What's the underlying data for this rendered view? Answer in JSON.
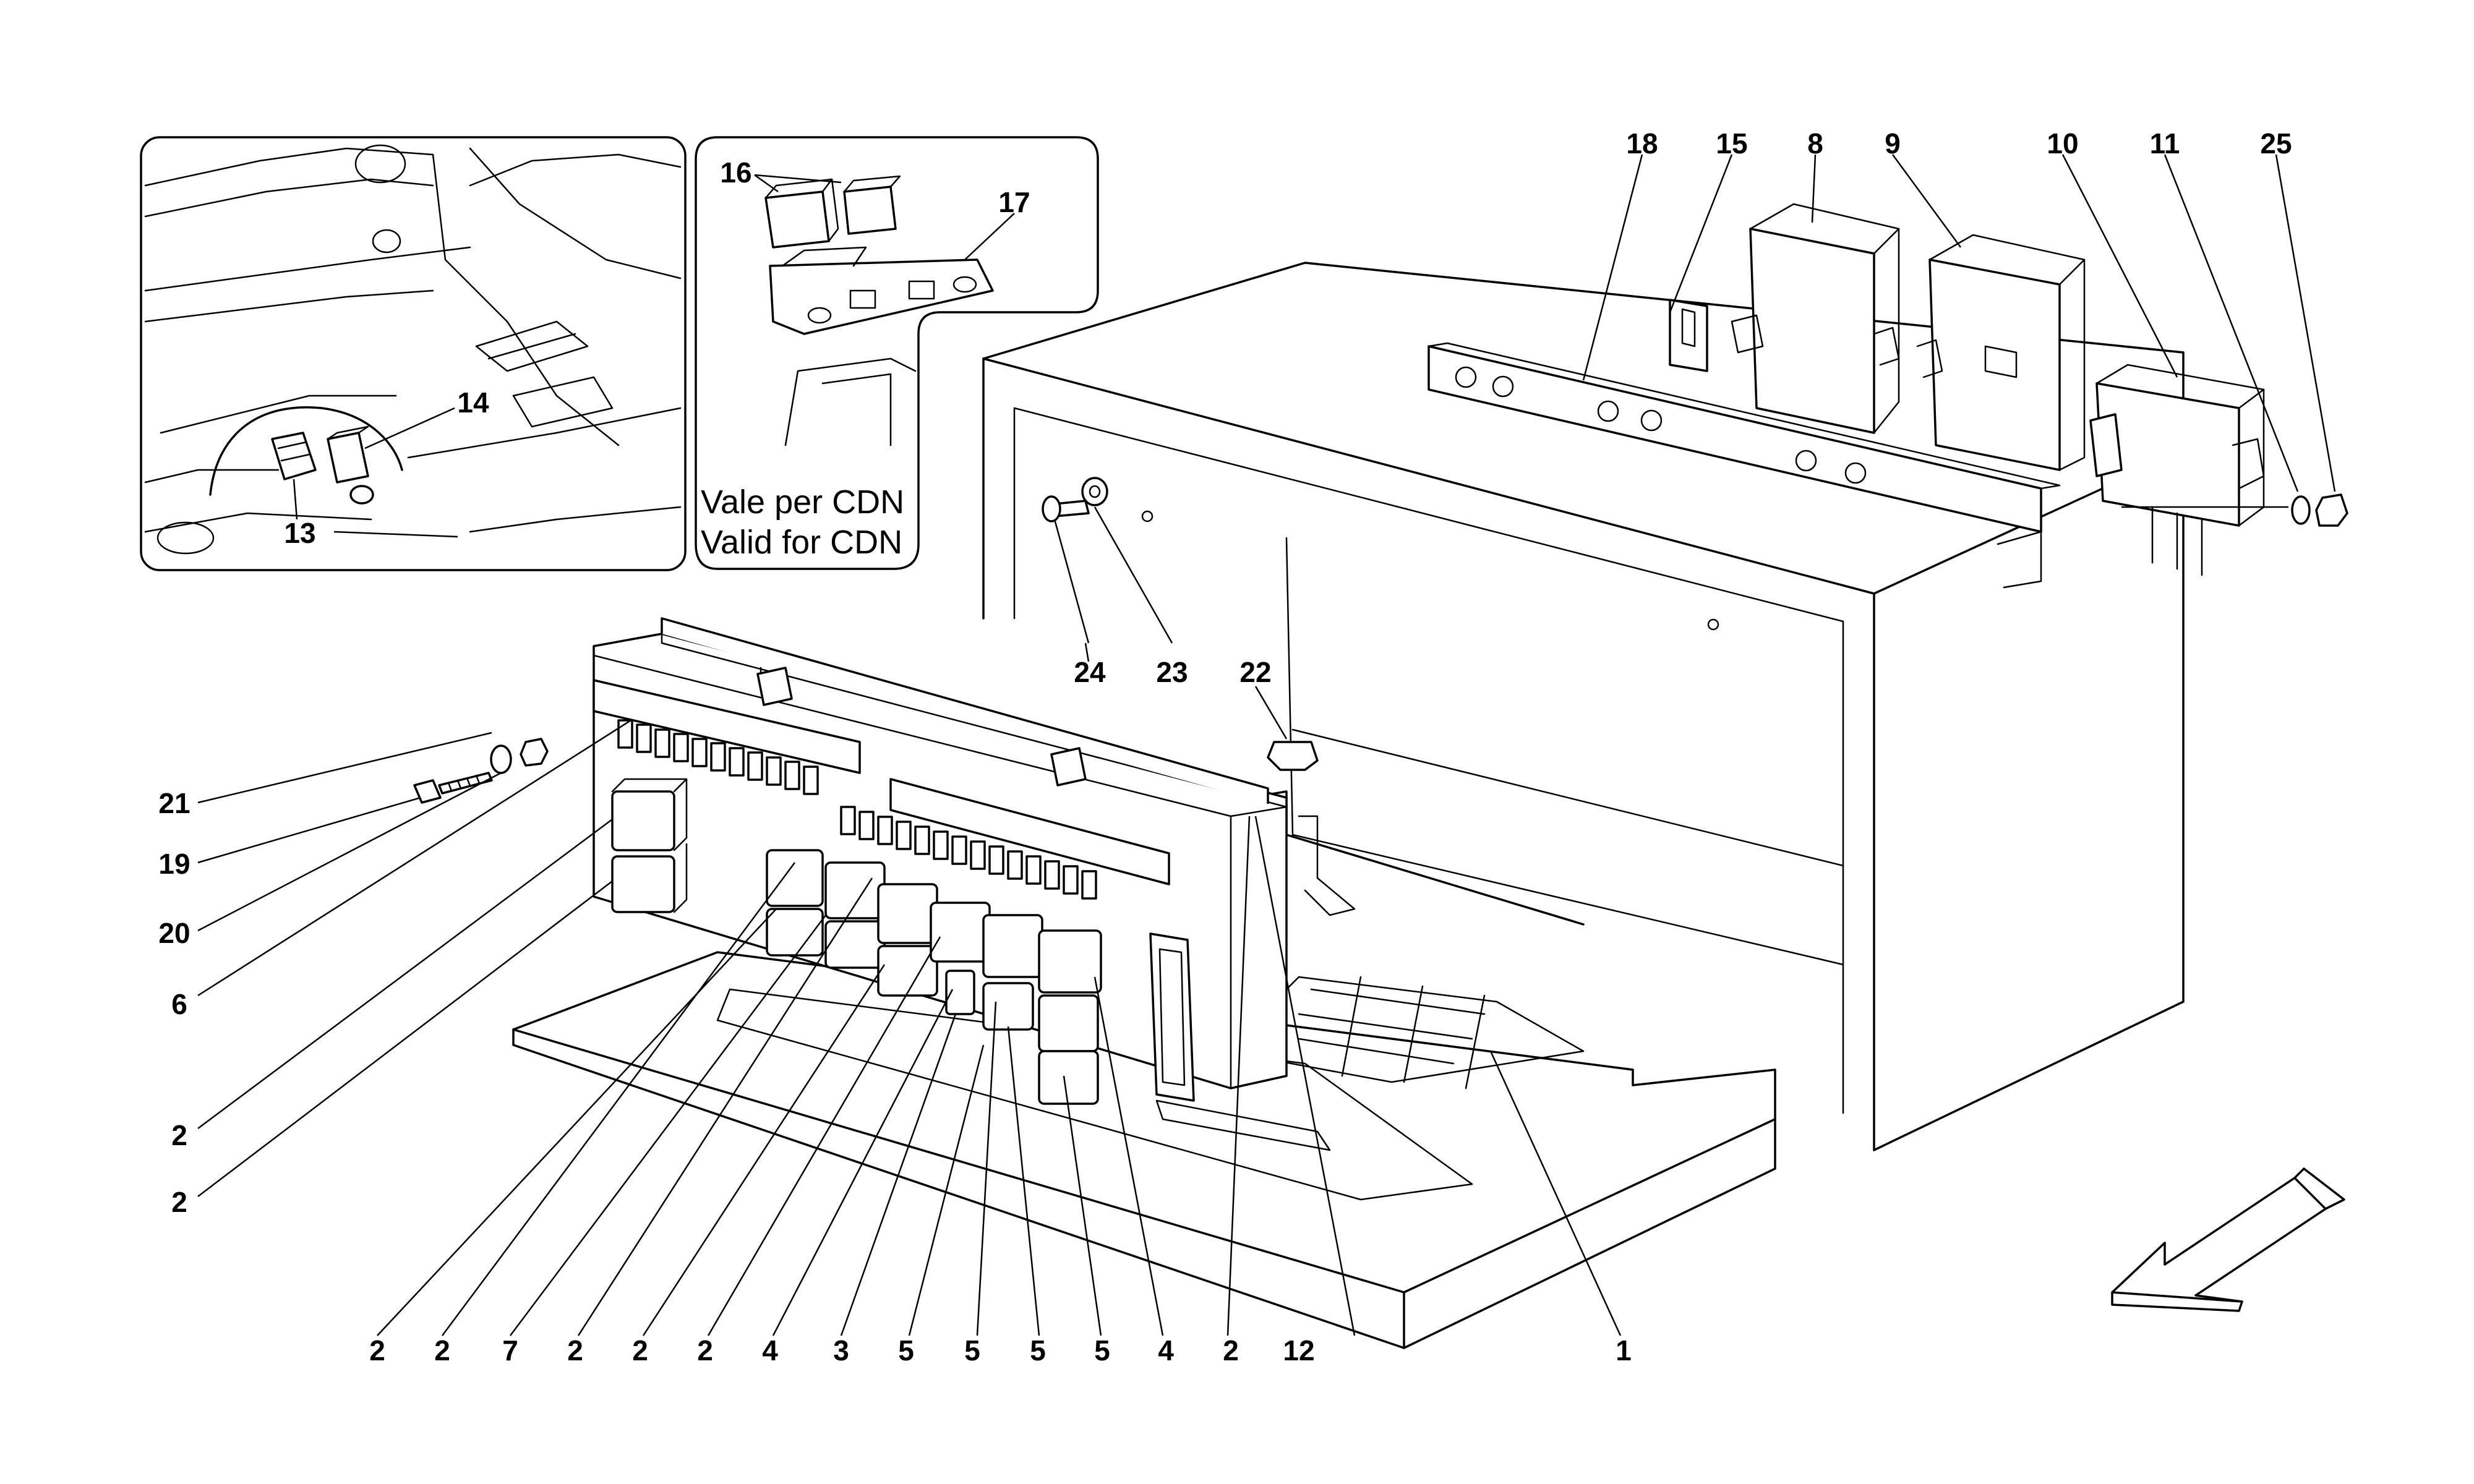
{
  "diagram": {
    "note_cdn": {
      "line_it": "Vale per CDN",
      "line_en": "Valid for CDN"
    },
    "callouts": {
      "n1": "1",
      "n2": "2",
      "n3": "3",
      "n4": "4",
      "n5": "5",
      "n6": "6",
      "n7": "7",
      "n8": "8",
      "n9": "9",
      "n10": "10",
      "n11": "11",
      "n12": "12",
      "n13": "13",
      "n14": "14",
      "n15": "15",
      "n16": "16",
      "n17": "17",
      "n18": "18",
      "n19": "19",
      "n20": "20",
      "n21": "21",
      "n22": "22",
      "n23": "23",
      "n24": "24",
      "n25": "25"
    },
    "direction_icon": "arrow-down-left-icon"
  }
}
